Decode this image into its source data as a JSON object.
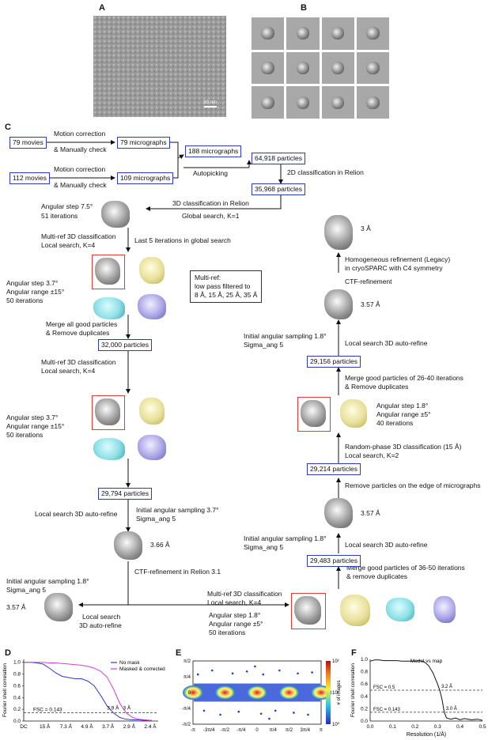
{
  "panels": {
    "a": "A",
    "b": "B",
    "c": "C",
    "d": "D",
    "e": "E",
    "f": "F"
  },
  "micrograph": {
    "scale_label": "50 nm"
  },
  "flow": {
    "movies_79": "79 movies",
    "movies_112": "112 movies",
    "motion1_l1": "Motion correction",
    "motion1_l2": "& Manually check",
    "motion2_l1": "Motion correction",
    "motion2_l2": "& Manually check",
    "micro_79": "79 micrographs",
    "micro_109": "109 micrographs",
    "micro_188": "188 micrographs",
    "autopicking": "Autopicking",
    "particles_64918": "64,918 particles",
    "class2d": "2D classification in Relion",
    "particles_35968": "35,968 particles",
    "class3d": "3D classification in Relion",
    "global_search": "Global search, K=1",
    "ang_step_75_l1": "Angular step 7.5°",
    "ang_step_75_l2": "51 iterations",
    "multiref1_l1": "Multi-ref 3D classification",
    "multiref1_l2": "Local search, K=4",
    "last5": "Last 5 iterations in global search",
    "ang37a_l1": "Angular step 3.7°",
    "ang37a_l2": "Angular range ±15°",
    "ang37a_l3": "50 iterations",
    "multiref_note_l1": "Multi-ref:",
    "multiref_note_l2": "low pass filtered to",
    "multiref_note_l3": "8 Å, 15 Å, 25 Å, 35 Å",
    "merge1_l1": "Merge all good particles",
    "merge1_l2": "& Remove duplicates",
    "particles_32000": "32,000 particles",
    "multiref2_l1": "Multi-ref 3D classification",
    "multiref2_l2": "Local search, K=4",
    "ang37b_l1": "Angular step 3.7°",
    "ang37b_l2": "Angular range ±15°",
    "ang37b_l3": "50 iterations",
    "particles_29794": "29,794 particles",
    "local_refine1": "Local search 3D auto-refine",
    "init37_l1": "Initial angular sampling 3.7°",
    "init37_l2": "Sigma_ang 5",
    "res_366": "3.66 Å",
    "ctf_relion": "CTF-refinement in Relion 3.1",
    "init18a_l1": "Initial angular sampling 1.8°",
    "init18a_l2": "Sigma_ang 5",
    "res_357a": "3.57 Å",
    "local_search_l1": "Local search",
    "local_search_l2": "3D auto-refine",
    "multiref3_l1": "Multi-ref 3D classification",
    "multiref3_l2": "Local search, K=4",
    "ang18c_l1": "Angular step 1.8°",
    "ang18c_l2": "Angular range ±5°",
    "ang18c_l3": "50 iterations",
    "merge36_l1": "Merge good particles of 36-50 iterations",
    "merge36_l2": "& remove duplicates",
    "particles_29483": "29,483 particles",
    "init18b_l1": "Initial angular sampling 1.8°",
    "init18b_l2": "Sigma_ang 5",
    "local_refine2": "Local search 3D auto-refine",
    "res_357b": "3.57 Å",
    "remove_edge": "Remove particles on the edge of micrographs",
    "particles_29214": "29,214 particles",
    "random_phase_l1": "Random-phase 3D classification (15 Å)",
    "random_phase_l2": "Local search, K=2",
    "ang18d_l1": "Angular step 1.8°",
    "ang18d_l2": "Angular range ±5°",
    "ang18d_l3": "40 iterations",
    "merge26_l1": "Merge good particles of 26-40 iterations",
    "merge26_l2": "& Remove duplicates",
    "particles_29156": "29,156 particles",
    "init18c_l1": "Initial angular sampling 1.8°",
    "init18c_l2": "Sigma_ang 5",
    "local_refine3": "Local search 3D auto-refine",
    "res_357c": "3.57 Å",
    "ctf_ref": "CTF-refinement",
    "homog_l1": "Homogeneous refinement (Legacy)",
    "homog_l2": "in cryoSPARC with C4 symmetry",
    "res_3": "3 Å"
  },
  "chart_data": [
    {
      "type": "line",
      "panel": "D",
      "xlabel": "",
      "ylabel": "Fourier shell correlation",
      "x_tick_labels": [
        "DC",
        "15 Å",
        "7.3 Å",
        "4.9 Å",
        "3.7 Å",
        "2.9 Å",
        "2.4 Å"
      ],
      "y_ticks": [
        "0.0",
        "0.2",
        "0.4",
        "0.6",
        "0.8",
        "1.0"
      ],
      "ylim": [
        0,
        1.05
      ],
      "threshold_label": "FSC = 0.143",
      "threshold": 0.143,
      "annotations": [
        "3.9 Å",
        "3 Å"
      ],
      "series": [
        {
          "name": "No mask",
          "color": "#2c3cc8",
          "x": [
            0,
            0.02,
            0.04,
            0.06,
            0.08,
            0.1,
            0.12,
            0.14,
            0.16,
            0.18,
            0.2,
            0.22,
            0.24,
            0.26,
            0.28,
            0.3,
            0.32,
            0.34,
            0.36,
            0.38,
            0.4
          ],
          "values": [
            1.0,
            1.0,
            0.99,
            0.97,
            0.9,
            0.82,
            0.76,
            0.74,
            0.72,
            0.72,
            0.68,
            0.6,
            0.44,
            0.26,
            0.14,
            0.06,
            0.03,
            0.02,
            0.02,
            0.01,
            0.01
          ]
        },
        {
          "name": "Masked & corrected",
          "color": "#d23fd2",
          "x": [
            0,
            0.02,
            0.04,
            0.06,
            0.08,
            0.1,
            0.12,
            0.14,
            0.16,
            0.18,
            0.2,
            0.22,
            0.24,
            0.26,
            0.28,
            0.3,
            0.32,
            0.34,
            0.36,
            0.38,
            0.4
          ],
          "values": [
            1.0,
            1.0,
            1.0,
            1.0,
            0.99,
            0.99,
            0.98,
            0.97,
            0.96,
            0.95,
            0.93,
            0.9,
            0.85,
            0.75,
            0.55,
            0.3,
            0.14,
            0.06,
            0.03,
            0.02,
            0.01
          ]
        }
      ]
    },
    {
      "type": "heatmap",
      "panel": "E",
      "x_tick_labels": [
        "-π",
        "-3π/4",
        "-π/2",
        "-π/4",
        "0",
        "π/4",
        "π/2",
        "3π/4",
        "π"
      ],
      "y_tick_labels": [
        "-π/2",
        "-π/4",
        "0",
        "π/4",
        "π/2"
      ],
      "colorbar_label": "# of images",
      "colorbar_ticks": [
        "10⁰",
        "10¹",
        "10²"
      ],
      "hotspots_x": [
        -3.14,
        -1.57,
        0,
        1.57,
        3.14
      ],
      "hotspot_y": 0
    },
    {
      "type": "line",
      "panel": "F",
      "title": "Model vs map",
      "xlabel": "Resolution (1/Å)",
      "ylabel": "Fourier shell correlation",
      "x_ticks": [
        "0.0",
        "0.1",
        "0.2",
        "0.3",
        "0.4",
        "0.5"
      ],
      "y_ticks": [
        "0.0",
        "0.2",
        "0.4",
        "0.6",
        "0.8",
        "1.0"
      ],
      "xlim": [
        0,
        0.5
      ],
      "ylim": [
        0,
        1.0
      ],
      "thresholds": [
        {
          "label": "FSC = 0.5",
          "value": 0.5
        },
        {
          "label": "FSC = 0.143",
          "value": 0.143
        }
      ],
      "annotations": [
        "3.2 Å",
        "3.0 Å"
      ],
      "x": [
        0,
        0.02,
        0.04,
        0.06,
        0.08,
        0.1,
        0.12,
        0.14,
        0.16,
        0.18,
        0.2,
        0.22,
        0.24,
        0.26,
        0.28,
        0.3,
        0.31,
        0.32,
        0.33,
        0.34,
        0.36,
        0.38,
        0.4,
        0.42,
        0.45,
        0.48,
        0.5
      ],
      "values": [
        0.97,
        0.99,
        0.99,
        0.98,
        0.98,
        0.98,
        0.98,
        0.97,
        0.97,
        0.97,
        0.97,
        0.98,
        0.96,
        0.9,
        0.78,
        0.6,
        0.5,
        0.35,
        0.14,
        0.05,
        0.03,
        0.05,
        0.02,
        0.04,
        0.02,
        0.03,
        0.01
      ]
    }
  ]
}
